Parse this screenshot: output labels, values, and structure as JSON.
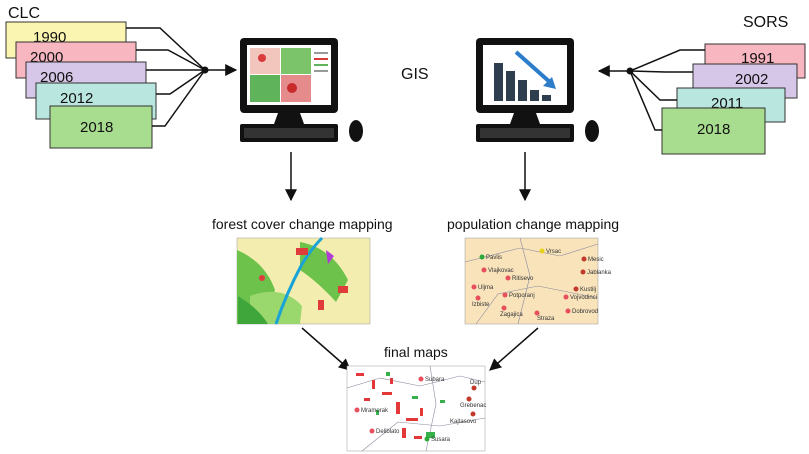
{
  "clc": {
    "title": "CLC",
    "years": [
      "1990",
      "2000",
      "2006",
      "2012",
      "2018"
    ],
    "colors": [
      "#fbf5b2",
      "#f8b6c1",
      "#d6c7e8",
      "#b9e6df",
      "#a8dc8f"
    ]
  },
  "sors": {
    "title": "SORS",
    "years": [
      "1991",
      "2002",
      "2011",
      "2018"
    ],
    "colors": [
      "#f8b6c1",
      "#d6c7e8",
      "#b9e6df",
      "#a8dc8f"
    ]
  },
  "gis_label": "GIS",
  "stages": {
    "forest": "forest cover change mapping",
    "population": "population change mapping",
    "final": "final maps"
  },
  "population_map_labels": [
    "Vrsac",
    "Pavlis",
    "Vlajkovac",
    "Ritisevo",
    "Uljma",
    "Potporanj",
    "Izbiste",
    "Zagajica",
    "Straza",
    "Vojvodinci",
    "Dobrovod",
    "Mesic",
    "Jablanka",
    "Kustilj"
  ],
  "final_map_labels": [
    "Subara",
    "Mramorak",
    "Deliblato",
    "Susara",
    "Dup",
    "Grebenac",
    "Kajtasovo"
  ]
}
